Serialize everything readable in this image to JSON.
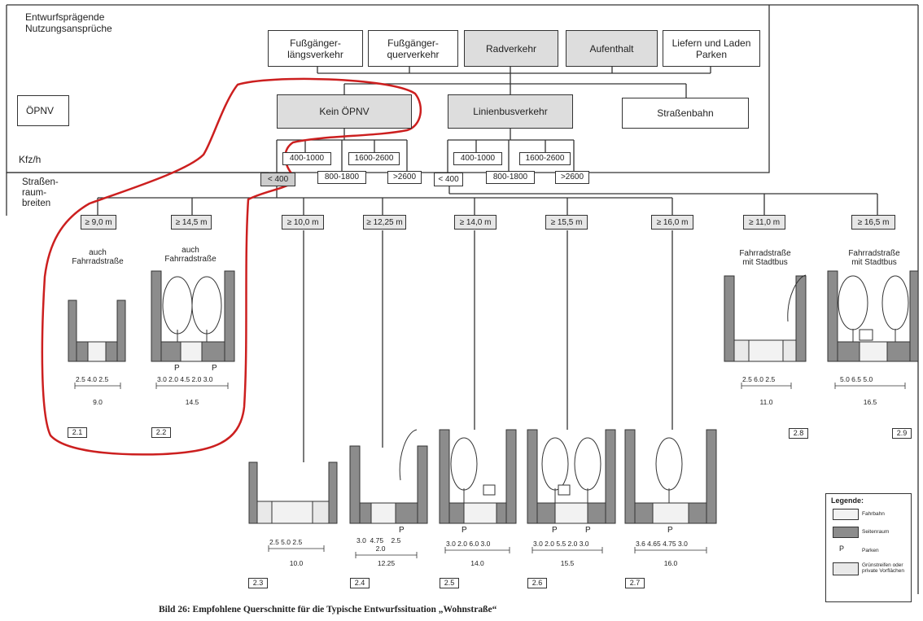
{
  "header": {
    "nutzung_label": "Entwurfsprägende\nNutzungsansprüche",
    "oepnv_label": "ÖPNV",
    "kfz_label": "Kfz/h",
    "breiten_label": "Straßen-\nraum-\nbreiten"
  },
  "nutzung_boxes": [
    "Fußgänger-\nlängsverkehr",
    "Fußgänger-\nquerverkehr",
    "Radverkehr",
    "Aufenthalt",
    "Liefern und Laden\nParken"
  ],
  "oepnv_boxes": [
    "Kein ÖPNV",
    "Linienbusverkehr",
    "Straßenbahn"
  ],
  "kfz_left": [
    "400-1000",
    "1600-2600",
    "< 400",
    "800-1800",
    ">2600"
  ],
  "kfz_right": [
    "400-1000",
    "1600-2600",
    "< 400",
    "800-1800",
    ">2600"
  ],
  "width_boxes": [
    "≥ 9,0 m",
    "≥ 14,5 m",
    "≥ 10,0 m",
    "≥ 12,25 m",
    "≥ 14,0 m",
    "≥ 15,5 m",
    "≥ 16,0 m",
    "≥ 11,0 m",
    "≥ 16,5 m"
  ],
  "notes": [
    "auch\nFahrradstraße",
    "auch\nFahrradstraße",
    "Fahrradstraße\nmit Stadtbus",
    "Fahrradstraße\nmit Stadtbus"
  ],
  "dims": [
    {
      "parts": "2.5  4.0  2.5",
      "total": "9.0",
      "code": "2.1"
    },
    {
      "parts": "3.0 2.0   4.5  2.0 3.0",
      "total": "14.5",
      "code": "2.2"
    },
    {
      "parts": "2.5   5.0   2.5",
      "total": "10.0",
      "code": "2.3"
    },
    {
      "parts": "3.0  4.75    2.5\n          2.0",
      "total": "12.25",
      "code": "2.4"
    },
    {
      "parts": "3.0 2.0   6.0    3.0",
      "total": "14.0",
      "code": "2.5"
    },
    {
      "parts": "3.0 2.0   5.5  2.0 3.0",
      "total": "15.5",
      "code": "2.6"
    },
    {
      "parts": "3.6  4.65  4.75  3.0",
      "total": "16.0",
      "code": "2.7"
    },
    {
      "parts": "2.5   6.0   2.5",
      "total": "11.0",
      "code": "2.8"
    },
    {
      "parts": "5.0      6.5      5.0",
      "total": "16.5",
      "code": "2.9"
    }
  ],
  "parking_mark": "P",
  "legend": {
    "title": "Legende:",
    "items": [
      "Fahrbahn",
      "Seitenraum",
      "Parken",
      "Grünstreifen oder\nprivate Vorflächen"
    ]
  },
  "caption": "Bild 26: Empfohlene Querschnitte für die Typische Entwurfssituation „Wohnstraße“",
  "colors": {
    "box_fill": "#ddd",
    "highlight": "#cc1f1f",
    "seitenraum": "#8c8c8c",
    "fahrbahn": "#f2f2f2"
  }
}
